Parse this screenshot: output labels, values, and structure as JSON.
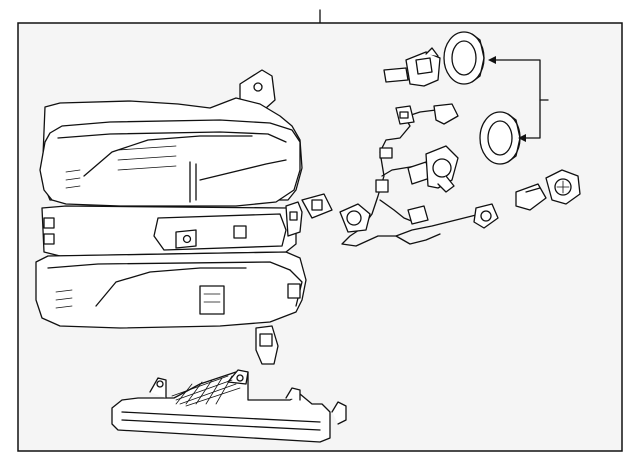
{
  "diagram": {
    "style": "line-art exploded parts view",
    "colors": {
      "background": "#ffffff",
      "panel": "#f5f5f5",
      "line": "#111111"
    },
    "parts": [
      "headlamp-assembly",
      "mounting-bracket",
      "wiring-harness",
      "bulb-socket",
      "bulb",
      "seal-ring",
      "cover-gasket",
      "wedge-bulb"
    ]
  }
}
